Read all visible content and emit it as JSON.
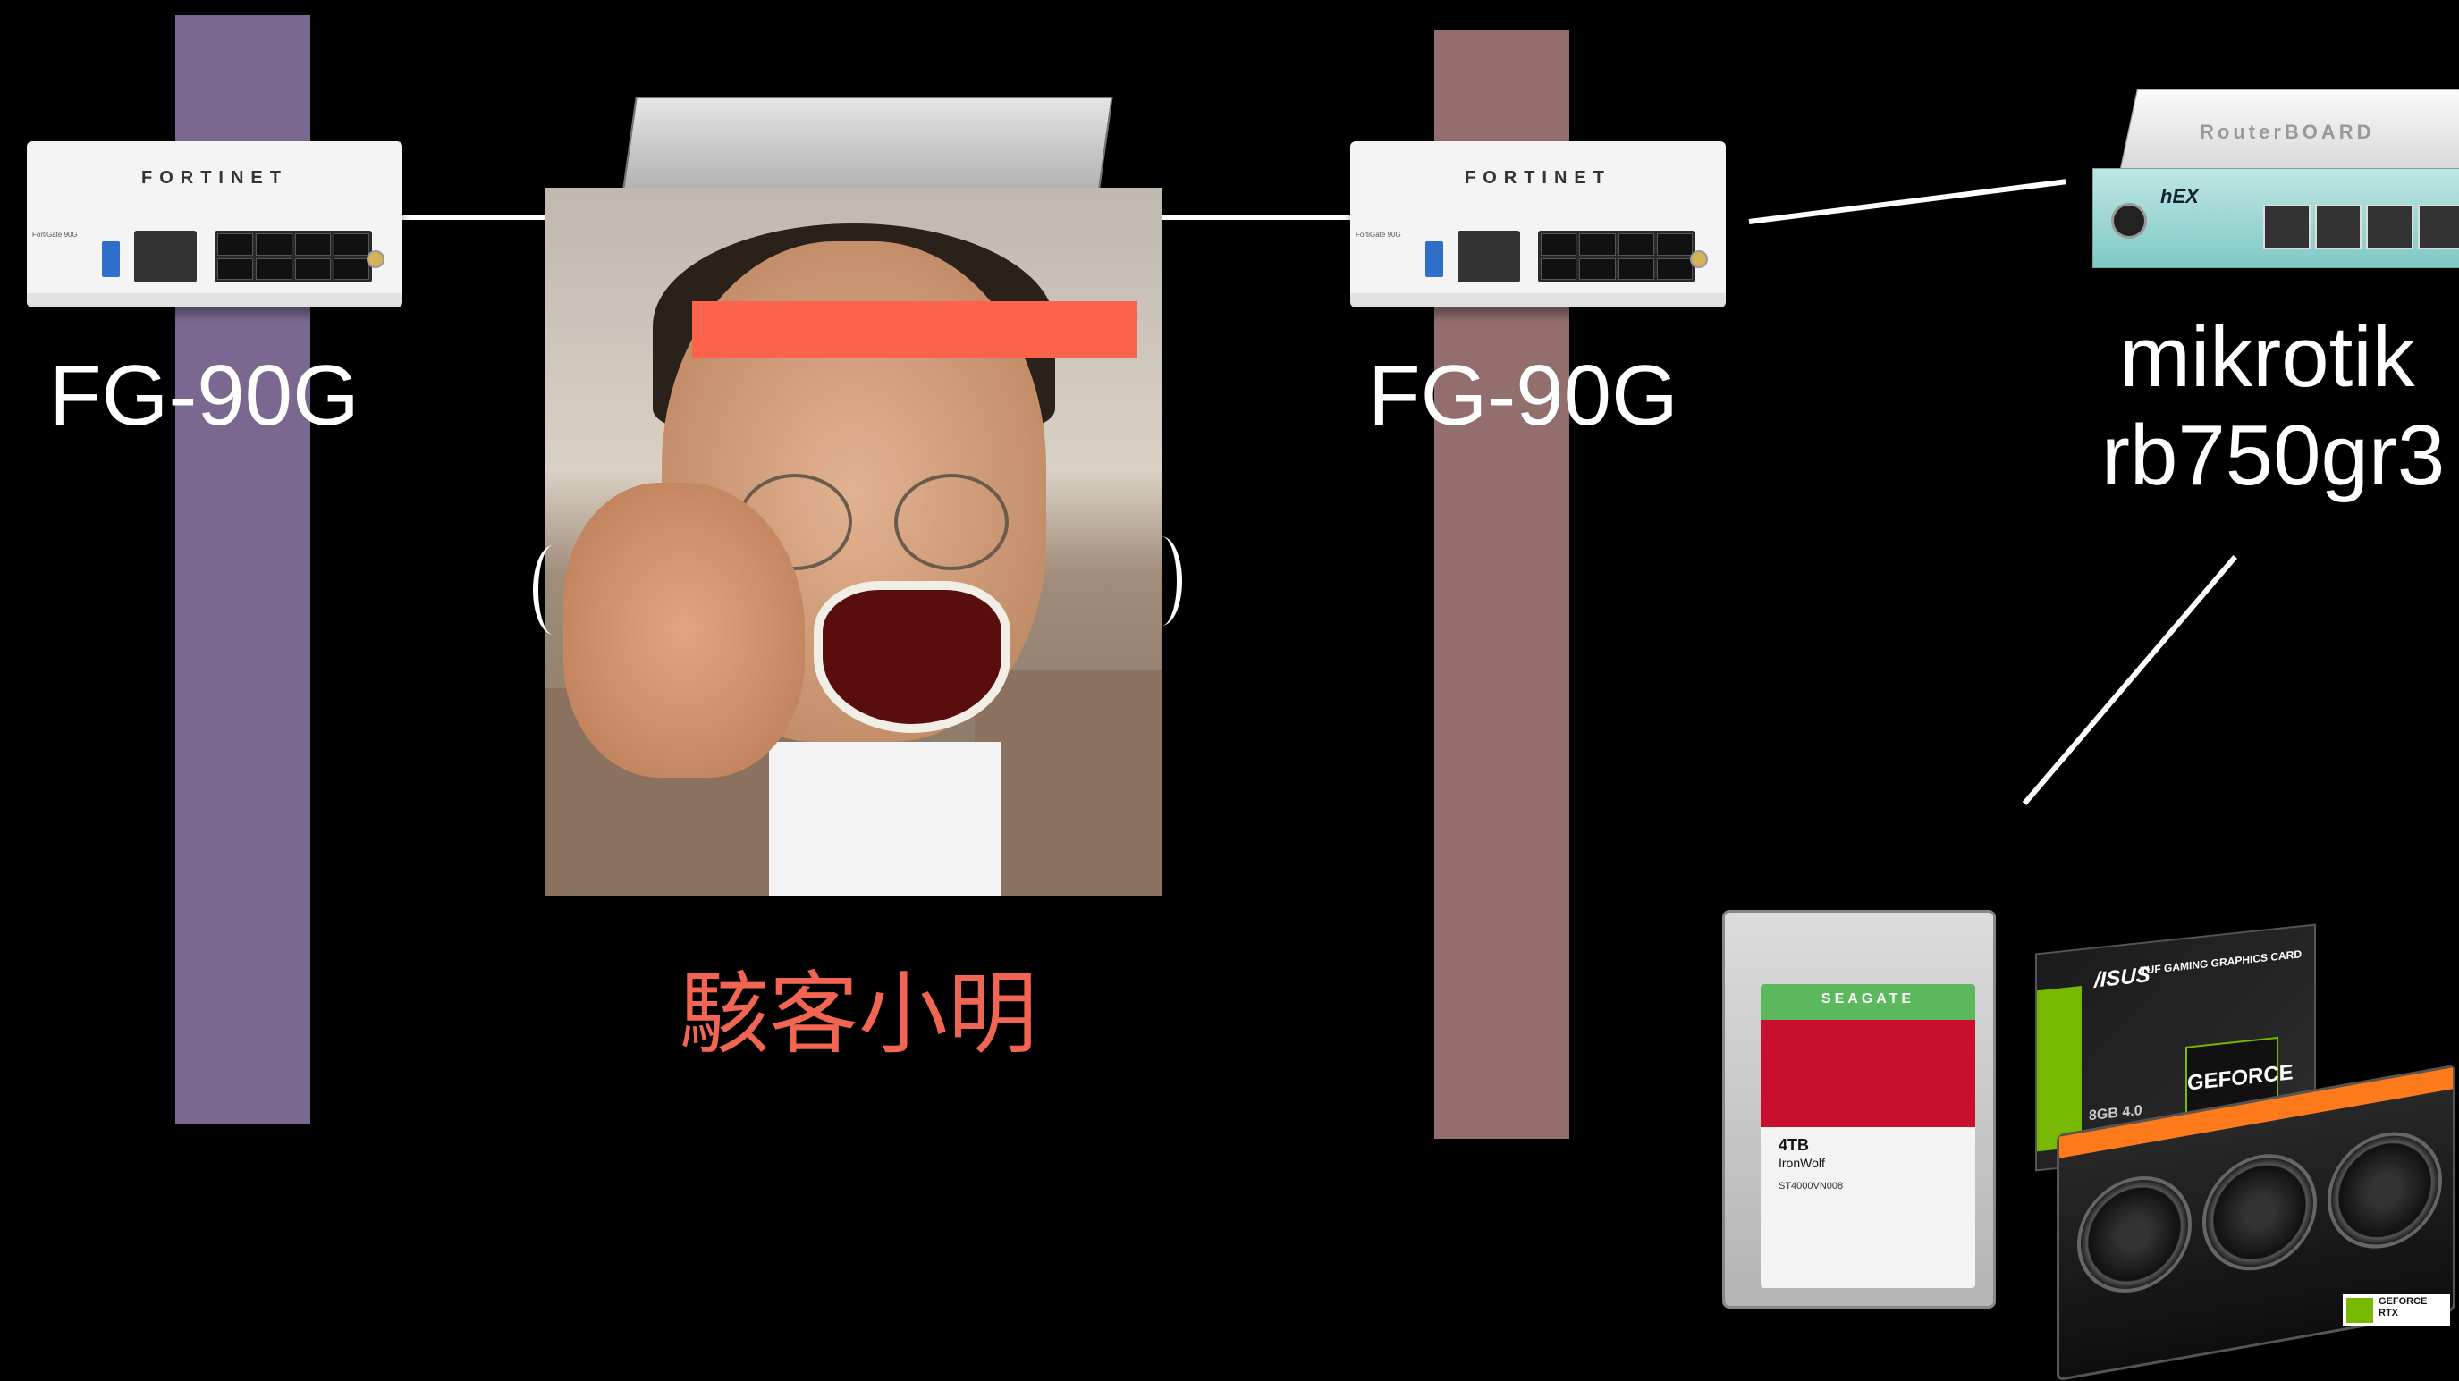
{
  "colors": {
    "background": "#000000",
    "left_bar": "#7b6891",
    "right_bar": "#926e6d",
    "redact_bar": "#fb634b",
    "name_text": "#f26552",
    "labels": "#ffffff"
  },
  "nodes": {
    "firewall_left": {
      "label": "FG-90G",
      "brand": "FORTINET",
      "model_text": "FortiGate 90G"
    },
    "server": {
      "label": ""
    },
    "firewall_right": {
      "label": "FG-90G",
      "brand": "FORTINET",
      "model_text": "FortiGate 90G"
    },
    "router": {
      "label_line1": "mikrotik",
      "label_line2": "rb750gr3",
      "lid_text": "RouterBOARD",
      "face_text": "hEX"
    },
    "person": {
      "caption": "駭客小明"
    },
    "hdd": {
      "brand": "SEAGATE",
      "capacity": "4TB",
      "model": "IronWolf",
      "sku": "ST4000VN008"
    },
    "gpu": {
      "brand": "/ISUS",
      "line": "TUF GAMING GRAPHICS CARD",
      "badge": "GEFORCE RTX",
      "series": "8GB 4.0",
      "nv_badge_line1": "GEFORCE",
      "nv_badge_line2": "RTX"
    }
  }
}
